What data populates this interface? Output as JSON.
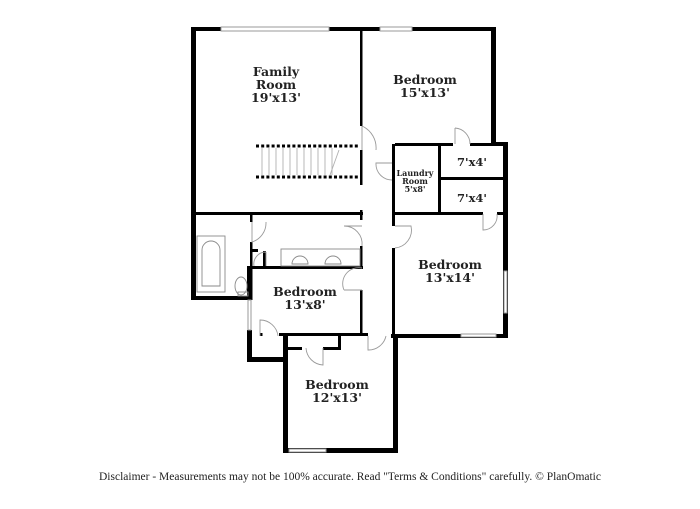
{
  "plan": {
    "rooms": [
      {
        "id": "family-room",
        "name_line1": "Family",
        "name_line2": "Room",
        "size": "19'x13'"
      },
      {
        "id": "bedroom-1",
        "name": "Bedroom",
        "size": "15'x13'"
      },
      {
        "id": "closet-1",
        "size": "7'x4'"
      },
      {
        "id": "closet-2",
        "size": "7'x4'"
      },
      {
        "id": "laundry-room",
        "name_line1": "Laundry",
        "name_line2": "Room",
        "size": "5'x8'"
      },
      {
        "id": "bedroom-2",
        "name": "Bedroom",
        "size": "13'x14'"
      },
      {
        "id": "bedroom-3",
        "name": "Bedroom",
        "size": "13'x8'"
      },
      {
        "id": "bedroom-4",
        "name": "Bedroom",
        "size": "12'x13'"
      }
    ],
    "wall_color": "#000000",
    "window_color": "#9a9a9a"
  },
  "footer": {
    "disclaimer": "Disclaimer - Measurements may not be 100% accurate. Read \"Terms & Conditions\" carefully. © PlanOmatic"
  }
}
